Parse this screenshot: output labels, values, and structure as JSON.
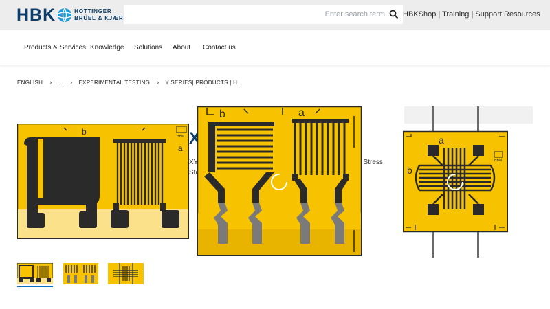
{
  "header": {
    "logo_text": "HBK",
    "logo_sub1": "HOTTINGER",
    "logo_sub2": "BRÜEL & KJÆR",
    "search_placeholder": "Enter search term",
    "links": [
      "HBKShop",
      "Training",
      "Support Resources"
    ],
    "link_sep": " | "
  },
  "nav": {
    "items": [
      "Products & Services",
      "Knowledge",
      "Solutions",
      "About",
      "Contact us"
    ]
  },
  "breadcrumb": {
    "items": [
      "ENGLISH",
      "...",
      "EXPERIMENTAL TESTING",
      "Y SERIES| PRODUCTS | H..."
    ]
  },
  "background": {
    "title_fragment": "X",
    "text_fragment1": "XY",
    "text_fragment2": "Sta",
    "text_fragment3": "al Stress"
  },
  "gauges": {
    "label_a": "a",
    "label_b": "b",
    "brand": "HBM"
  },
  "colors": {
    "gauge_yellow": "#f7c300",
    "gauge_dark": "#2a2a2a",
    "brand_blue": "#0a3d6b",
    "accent_blue": "#0a6fc2"
  }
}
